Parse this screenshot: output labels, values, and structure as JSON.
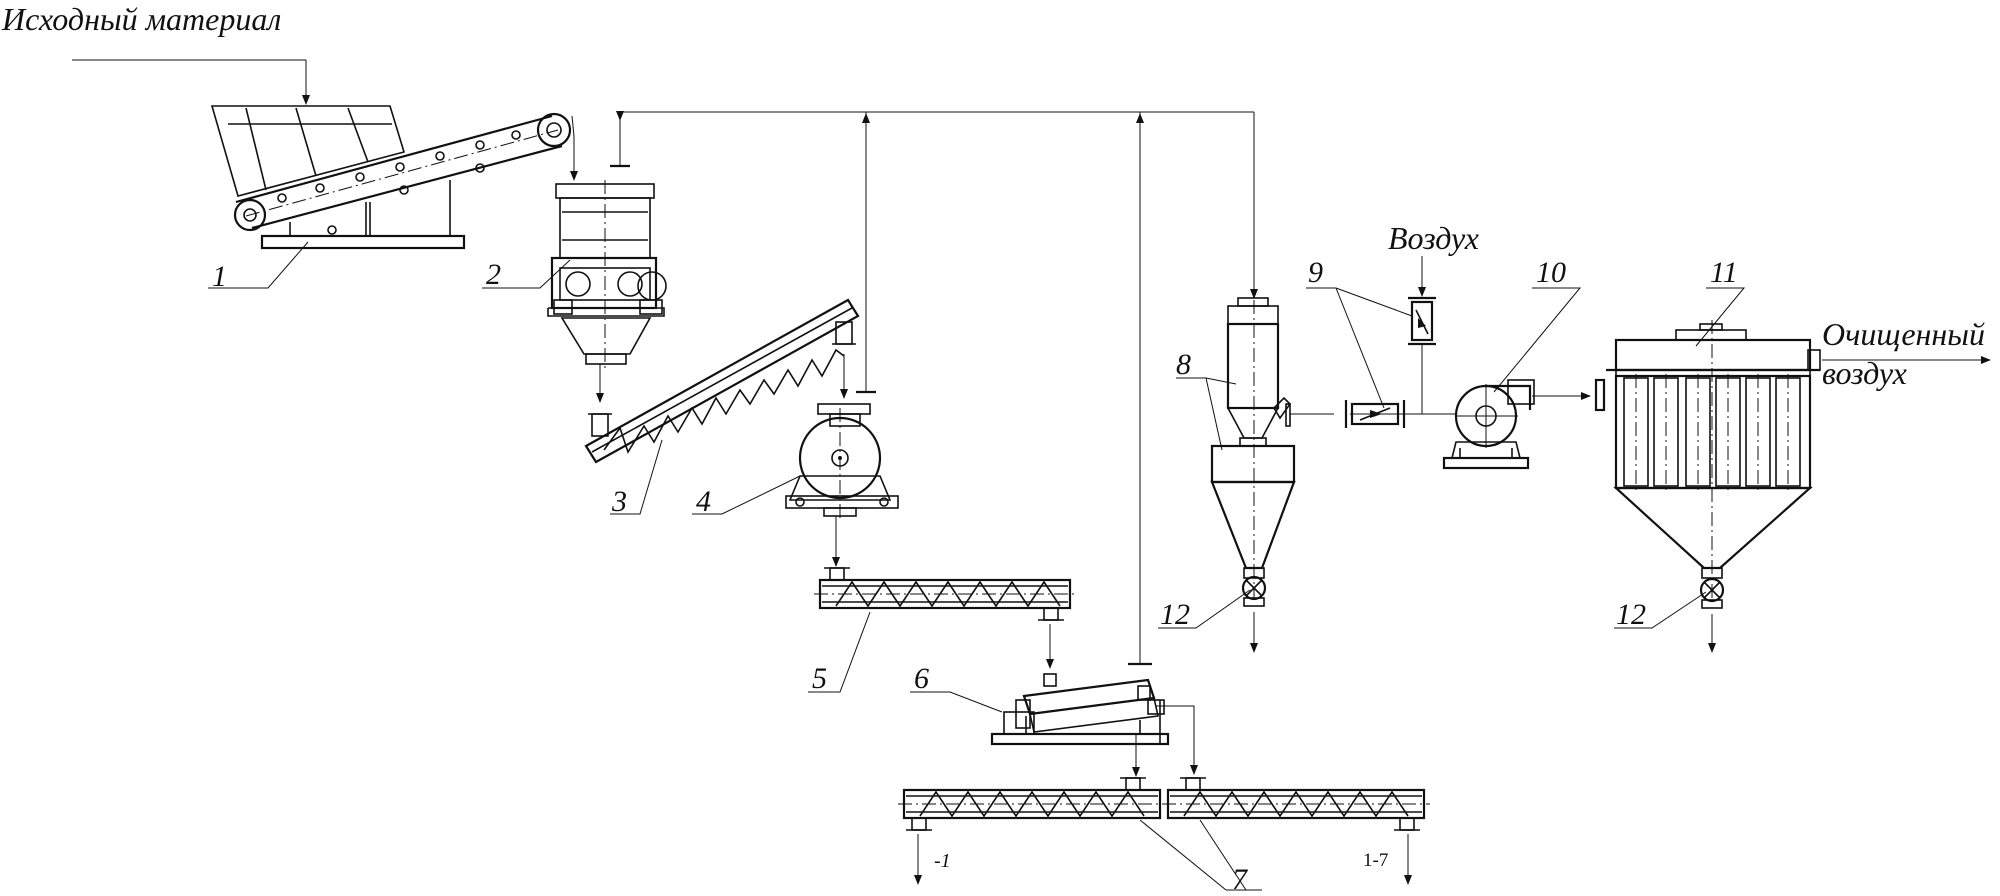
{
  "labels": {
    "source_material": "Исходный материал",
    "air": "Воздух",
    "cleaned_air_line1": "Очищенный",
    "cleaned_air_line2": "воздух",
    "out_left": "-1",
    "out_right": "1-7"
  },
  "positions": [
    "1",
    "2",
    "3",
    "4",
    "5",
    "6",
    "7",
    "8",
    "9",
    "10",
    "11",
    "12",
    "12"
  ]
}
